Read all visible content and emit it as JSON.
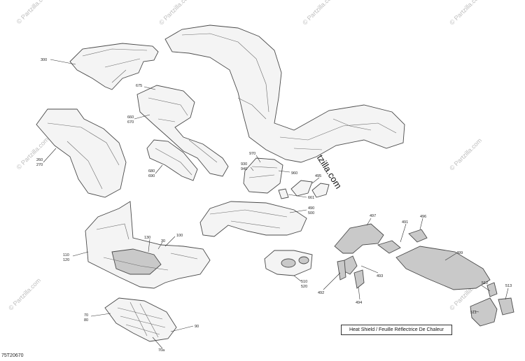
{
  "callouts": {
    "c300": "300",
    "c675": "675",
    "c660": "660",
    "c670": "670",
    "c260": "260",
    "c270": "270",
    "c680": "680",
    "c690": "690",
    "c970": "970",
    "c930": "930",
    "c940": "940",
    "c960": "960",
    "c495": "495",
    "c661": "661",
    "c490": "490",
    "c500": "500",
    "c497": "497",
    "c491": "491",
    "c496": "496",
    "c499": "499",
    "c100": "100",
    "c130": "130",
    "c30": "30",
    "c110": "110",
    "c120": "120",
    "c510": "510",
    "c520": "520",
    "c492": "492",
    "c493": "493",
    "c494": "494",
    "c512": "512",
    "c513": "513",
    "c511": "511",
    "c70": "70",
    "c80": "80",
    "c90": "90",
    "c70a": "70a"
  },
  "legend": {
    "heat_shield": "Heat Shield / Feuille Réflectrice De Chaleur"
  },
  "diagram_code": "75T20670",
  "watermark": {
    "brand": "© Partzilla.com",
    "center": "© Partzilla.com"
  }
}
